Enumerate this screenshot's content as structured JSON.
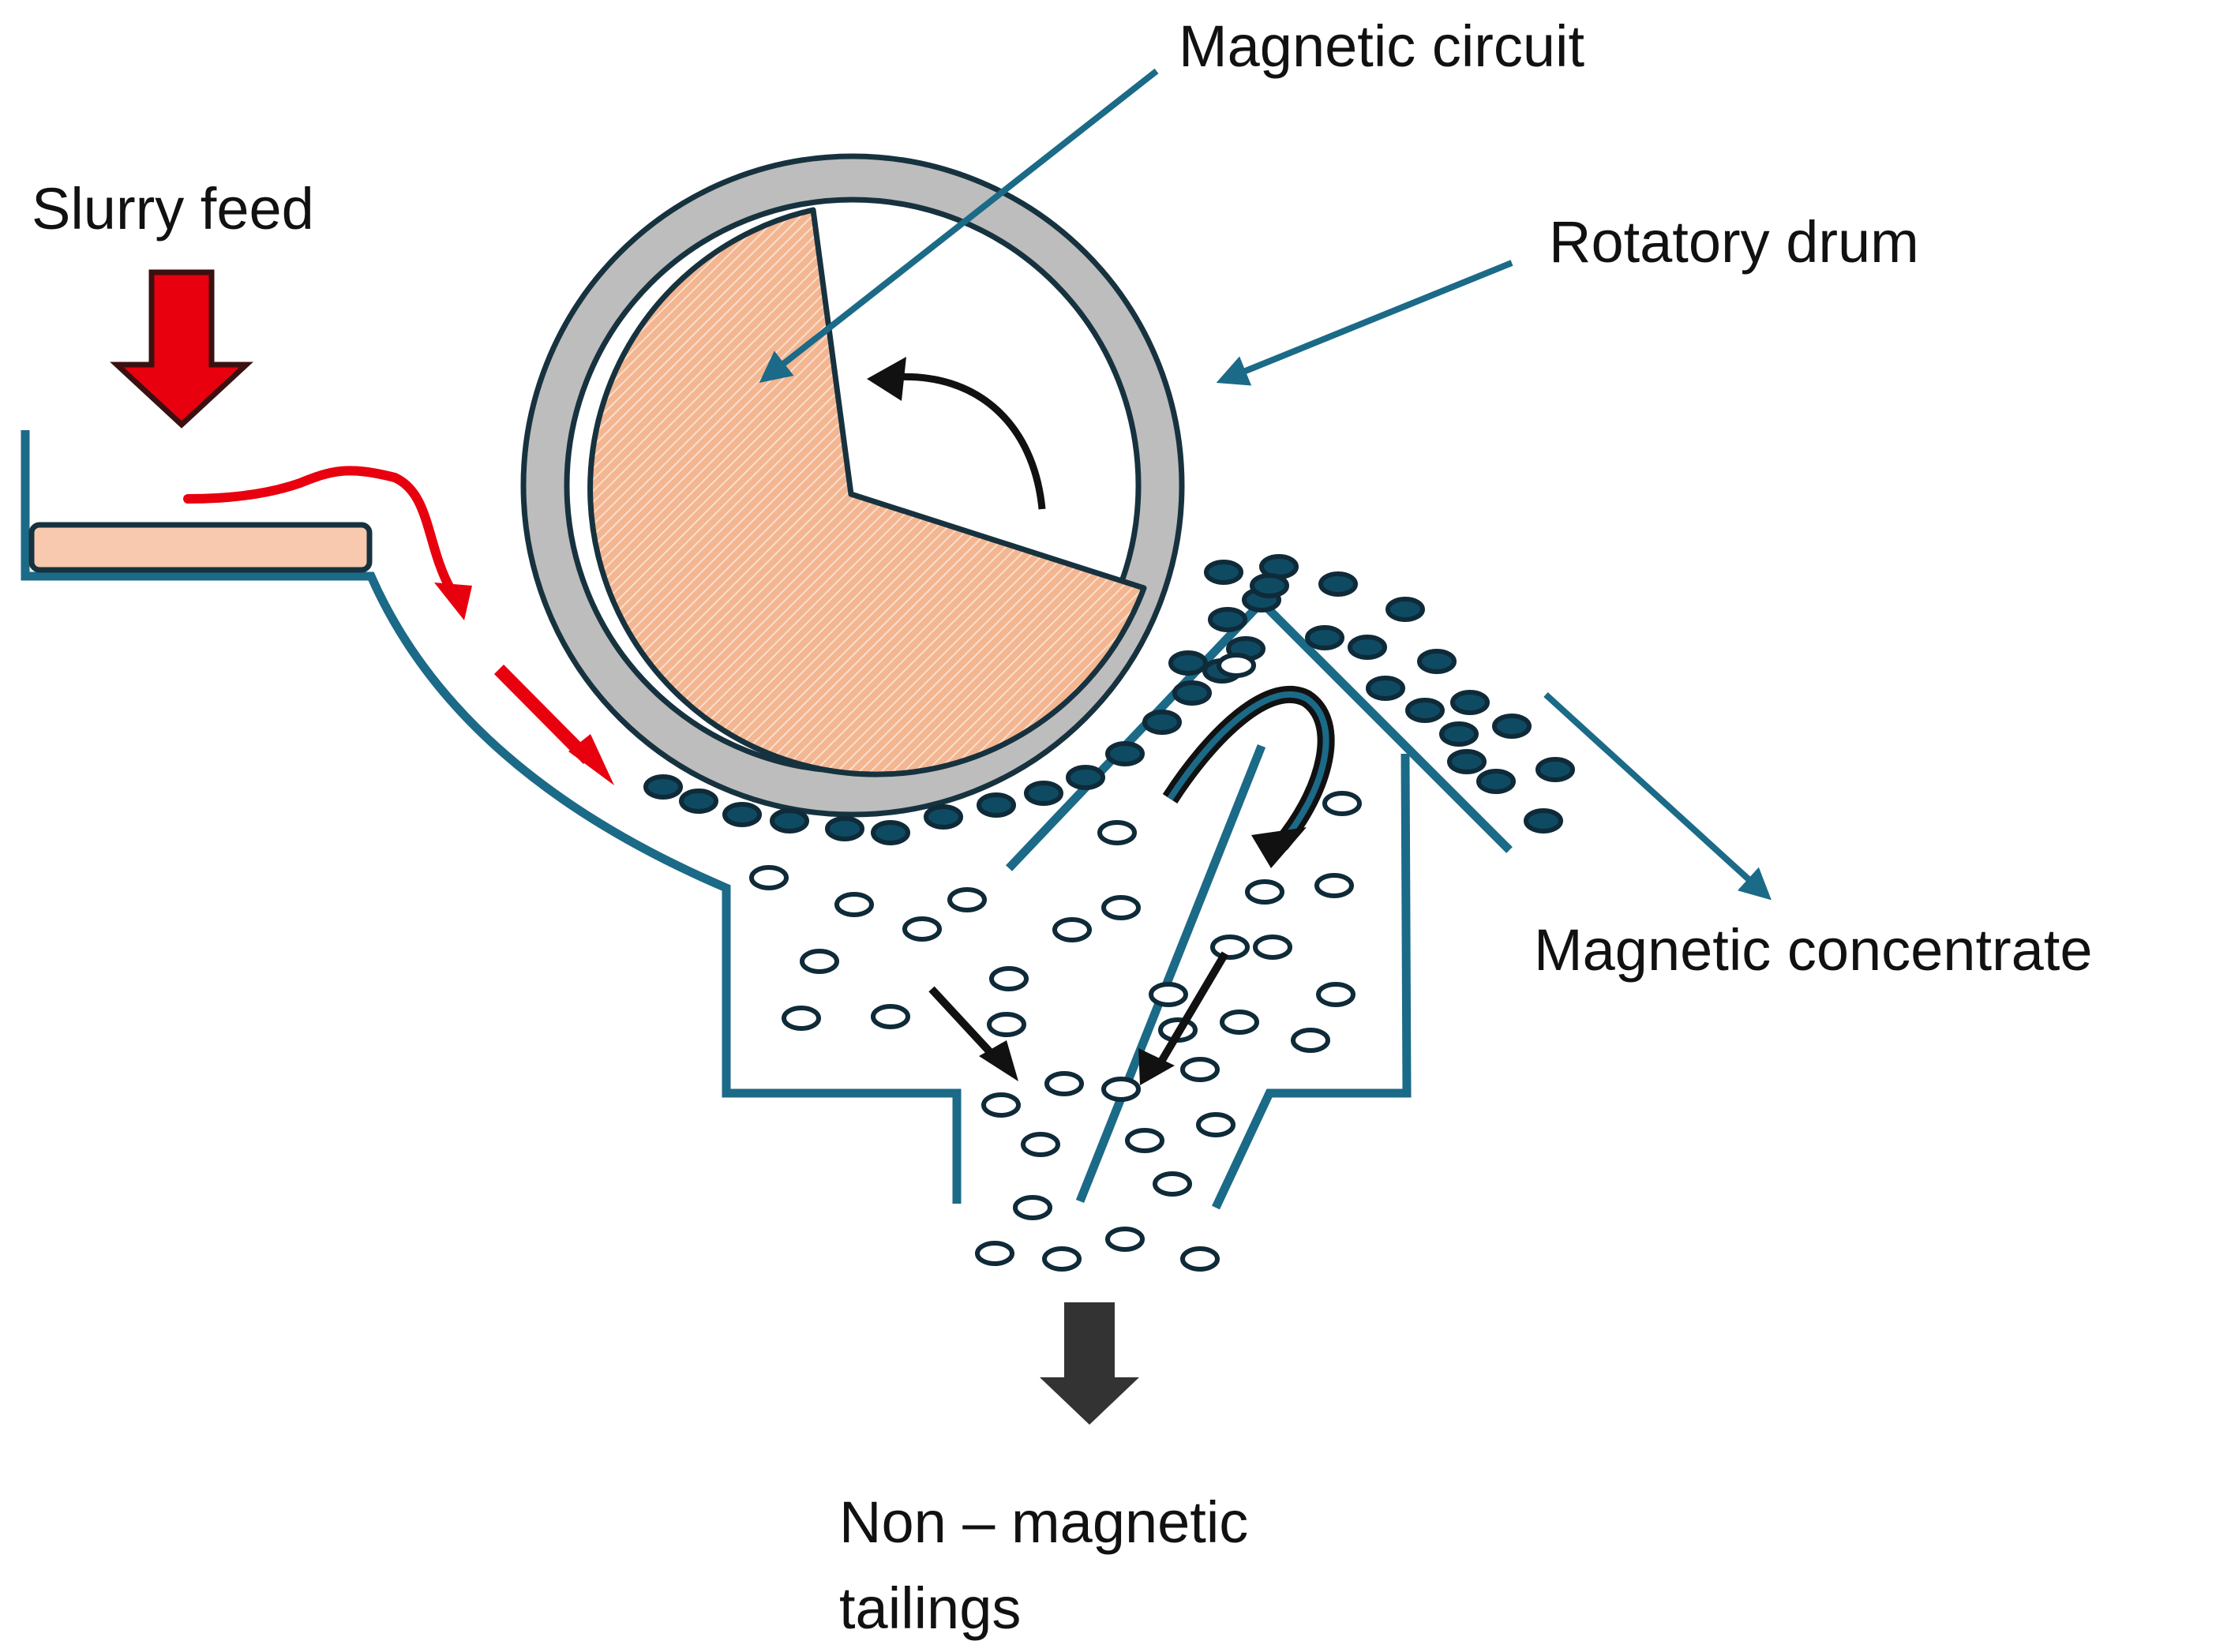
{
  "labels": {
    "magnetic_circuit": "Magnetic circuit",
    "slurry_feed": "Slurry feed",
    "rotatory_drum": "Rotatory drum",
    "magnetic_concentrate": "Magnetic concentrate",
    "tailings_line1": "Non – magnetic",
    "tailings_line2": "tailings"
  },
  "colors": {
    "structure": "#1b6a87",
    "drum_outline": "#17323f",
    "drum_ring": "#bdbdbd",
    "magnetic_sector": "#f3b691",
    "feed_arrow": "#e8000e",
    "tailings_arrow": "#333333",
    "feed_plate": "#f8c9ae",
    "magnetic_particle": "#0f4a63",
    "non_magnetic_particle": "#ffffff"
  }
}
